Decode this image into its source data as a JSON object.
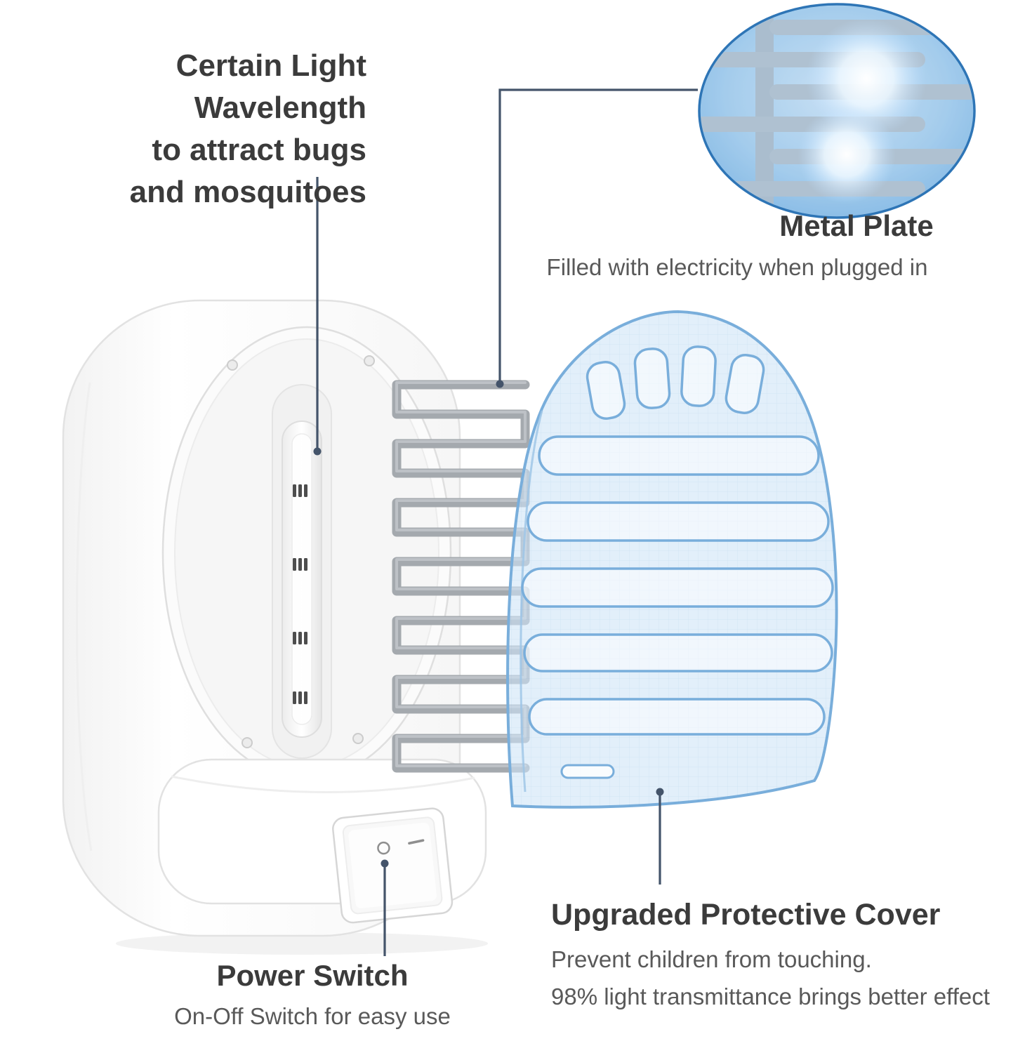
{
  "annotations": {
    "wavelength": {
      "line1": "Certain Light Wavelength",
      "line2": "to attract bugs",
      "line3": "and mosquitoes"
    },
    "metal_plate": {
      "title": "Metal Plate",
      "subtitle": "Filled with electricity when plugged in"
    },
    "power_switch": {
      "title": "Power Switch",
      "subtitle": "On-Off Switch for easy use"
    },
    "protective_cover": {
      "title": "Upgraded Protective Cover",
      "line1": "Prevent children from touching.",
      "line2": "98% light transmittance brings better effect"
    }
  },
  "colors": {
    "heading_text": "#3b3b3b",
    "subtitle_text": "#595959",
    "leader_line": "#44546a",
    "cover_blue_fill": "#cfe5f6",
    "cover_blue_stroke": "#79aedb",
    "metal_gray": "#a4a9ae",
    "inset_rim_blue": "#2e75b6",
    "background": "#ffffff"
  }
}
